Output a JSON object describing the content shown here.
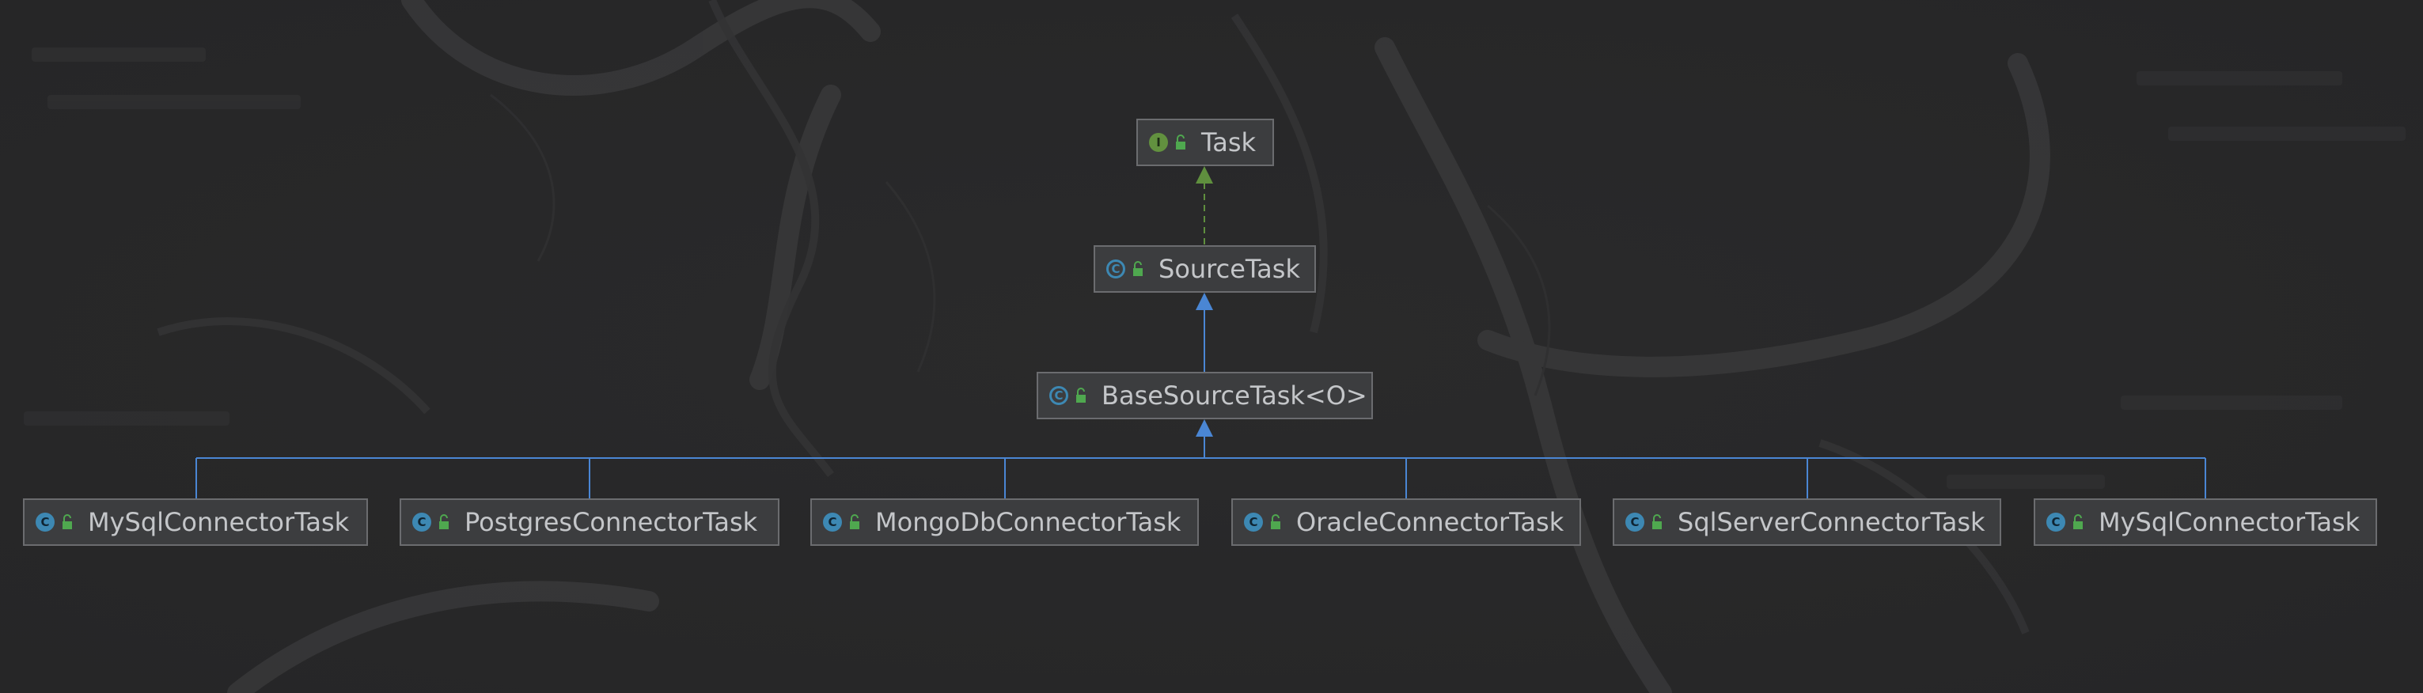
{
  "diagram": {
    "nodes": [
      {
        "id": "task",
        "name": "Task",
        "kind": "interface",
        "kind_glyph": "I",
        "icon": "interface-icon"
      },
      {
        "id": "source_task",
        "name": "SourceTask",
        "kind": "abstract",
        "kind_glyph": "C",
        "icon": "abstract-class-icon"
      },
      {
        "id": "base_source_task",
        "name": "BaseSourceTask<O>",
        "kind": "abstract",
        "kind_glyph": "C",
        "icon": "abstract-class-icon"
      },
      {
        "id": "mysql_1",
        "name": "MySqlConnectorTask",
        "kind": "class",
        "kind_glyph": "C",
        "icon": "class-icon"
      },
      {
        "id": "postgres",
        "name": "PostgresConnectorTask",
        "kind": "class",
        "kind_glyph": "C",
        "icon": "class-icon"
      },
      {
        "id": "mongodb",
        "name": "MongoDbConnectorTask",
        "kind": "class",
        "kind_glyph": "C",
        "icon": "class-icon"
      },
      {
        "id": "oracle",
        "name": "OracleConnectorTask",
        "kind": "class",
        "kind_glyph": "C",
        "icon": "class-icon"
      },
      {
        "id": "sqlserver",
        "name": "SqlServerConnectorTask",
        "kind": "class",
        "kind_glyph": "C",
        "icon": "class-icon"
      },
      {
        "id": "mysql_2",
        "name": "MySqlConnectorTask",
        "kind": "class",
        "kind_glyph": "C",
        "icon": "class-icon"
      }
    ],
    "edges": [
      {
        "from": "source_task",
        "to": "task",
        "type": "implements"
      },
      {
        "from": "base_source_task",
        "to": "source_task",
        "type": "extends"
      },
      {
        "from": "mysql_1",
        "to": "base_source_task",
        "type": "extends"
      },
      {
        "from": "postgres",
        "to": "base_source_task",
        "type": "extends"
      },
      {
        "from": "mongodb",
        "to": "base_source_task",
        "type": "extends"
      },
      {
        "from": "oracle",
        "to": "base_source_task",
        "type": "extends"
      },
      {
        "from": "sqlserver",
        "to": "base_source_task",
        "type": "extends"
      },
      {
        "from": "mysql_2",
        "to": "base_source_task",
        "type": "extends"
      }
    ],
    "colors": {
      "implements_edge": "#5f8f3e",
      "extends_edge": "#4a86d4",
      "node_border": "#6b6c6f",
      "node_fill": "#3c3d3f",
      "text": "#c4c6c9",
      "visibility_lock": "#4fa84f"
    }
  }
}
